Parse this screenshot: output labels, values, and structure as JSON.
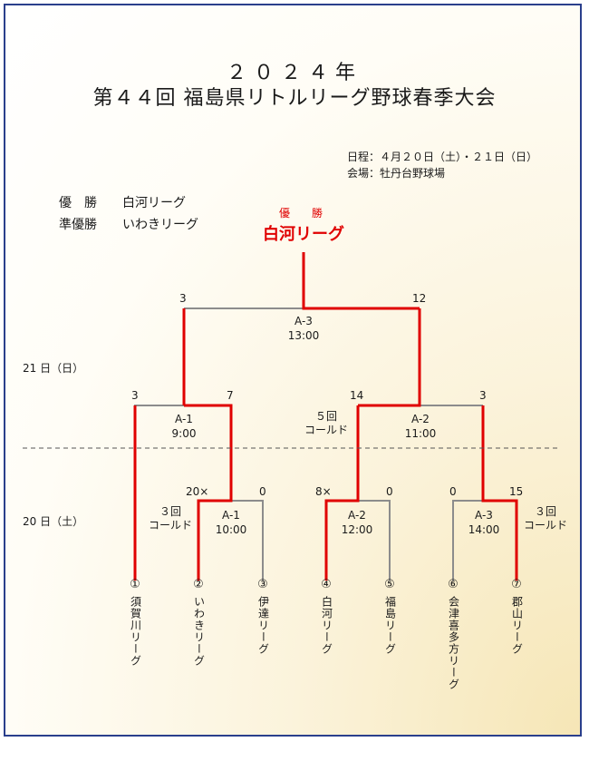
{
  "title": {
    "year": "２０２４年",
    "event": "第４４回 福島県リトルリーグ野球春季大会"
  },
  "info": {
    "schedule": "日程：４月２０日（土）・２１日（日）",
    "venue": "会場：牡丹台野球場"
  },
  "results": {
    "champion_label": "優　勝",
    "champion_value": "白河リーグ",
    "runnerup_label": "準優勝",
    "runnerup_value": "いわきリーグ"
  },
  "champion_box": {
    "label": "優　勝",
    "name": "白河リーグ"
  },
  "days": {
    "day21": "21 日（日）",
    "day20": "20 日（土）"
  },
  "teams": [
    {
      "num": "①",
      "name": "須賀川リーグ"
    },
    {
      "num": "②",
      "name": "いわきリーグ"
    },
    {
      "num": "③",
      "name": "伊達リーグ"
    },
    {
      "num": "④",
      "name": "白河リーグ"
    },
    {
      "num": "⑤",
      "name": "福島リーグ"
    },
    {
      "num": "⑥",
      "name": "会津喜多方リーグ"
    },
    {
      "num": "⑦",
      "name": "郡山リーグ"
    }
  ],
  "round1": [
    {
      "code": "A-1",
      "time": "10:00",
      "left_score": "20×",
      "right_score": "0",
      "note1": "３回",
      "note2": "コールド"
    },
    {
      "code": "A-2",
      "time": "12:00",
      "left_score": "8×",
      "right_score": "0"
    },
    {
      "code": "A-3",
      "time": "14:00",
      "left_score": "0",
      "right_score": "15",
      "note1": "３回",
      "note2": "コールド"
    }
  ],
  "semis": [
    {
      "code": "A-1",
      "time": "9:00",
      "left_score": "3",
      "right_score": "7"
    },
    {
      "code": "A-2",
      "time": "11:00",
      "left_score": "14",
      "right_score": "3",
      "note1": "５回",
      "note2": "コールド"
    }
  ],
  "final": {
    "code": "A-3",
    "time": "13:00",
    "left_score": "3",
    "right_score": "12"
  },
  "colors": {
    "win_line": "#e00000",
    "lose_line": "#8c8c8c",
    "frame": "#2a3f8c"
  }
}
